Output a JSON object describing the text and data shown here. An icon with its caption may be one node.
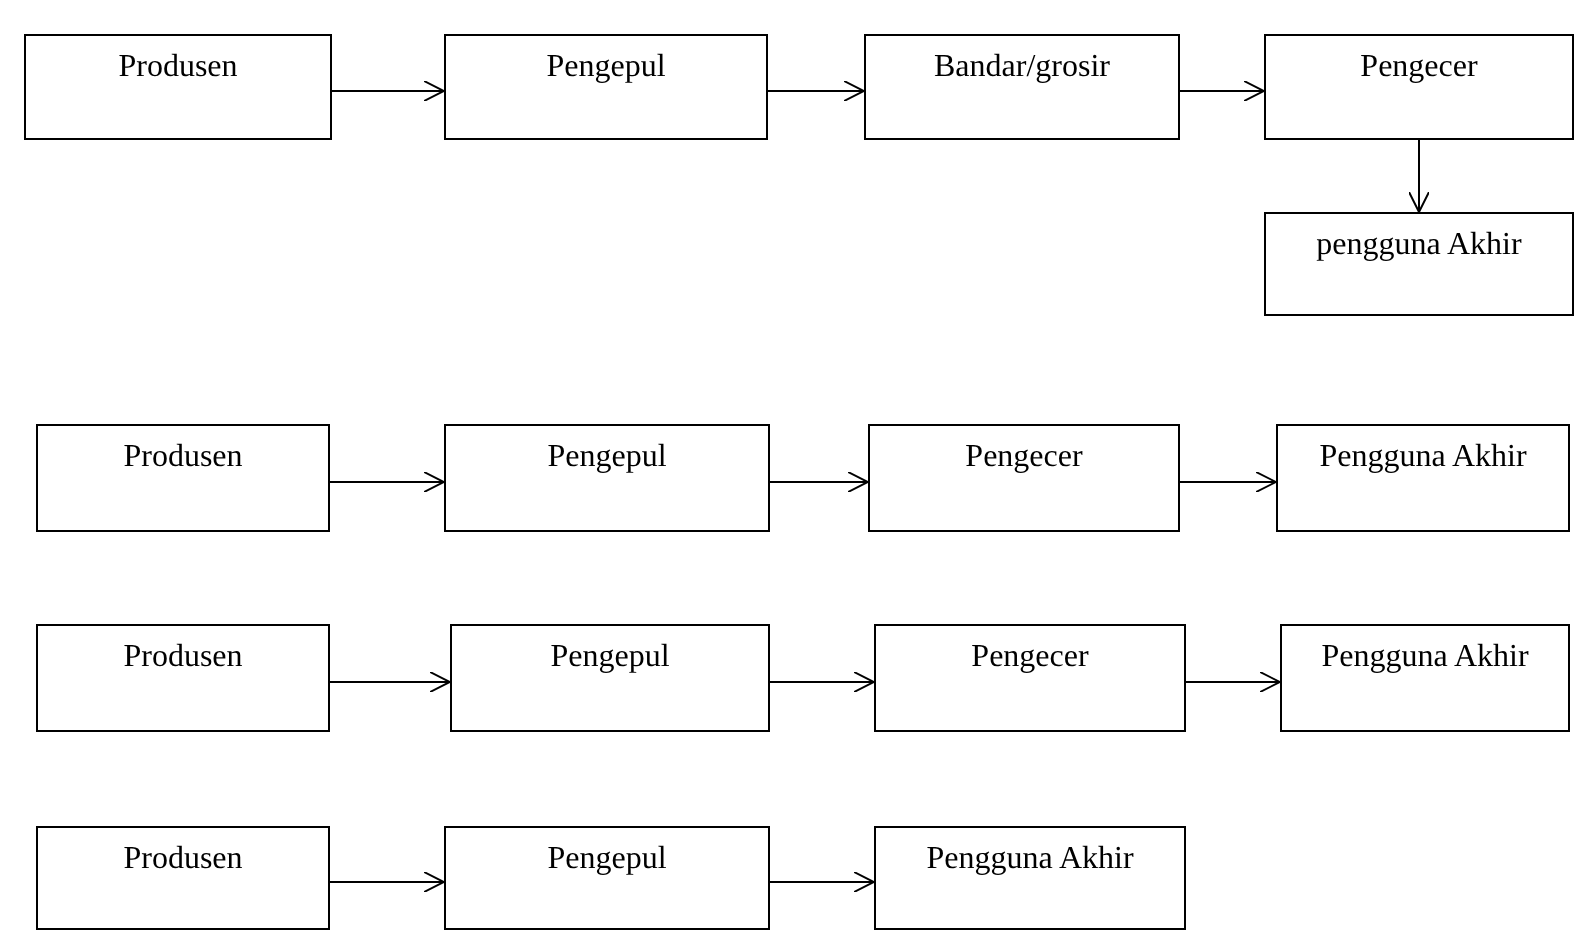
{
  "diagram": {
    "nodes": [
      {
        "text": [
          "Produsen"
        ]
      },
      {
        "text": [
          "Pengepul"
        ]
      },
      {
        "text": [
          "Bandar/grosir"
        ]
      },
      {
        "text": [
          "Pengecer"
        ]
      },
      {
        "text": [
          "pengguna Akhir"
        ]
      },
      {
        "text": [
          "Produsen"
        ]
      },
      {
        "text": [
          "Pengepul"
        ]
      },
      {
        "text": [
          "Pengecer"
        ]
      },
      {
        "text": [
          "Pengguna Akhir"
        ]
      },
      {
        "text": [
          "Produsen"
        ]
      },
      {
        "text": [
          "Pengepul"
        ]
      },
      {
        "text": [
          "Pengecer"
        ]
      },
      {
        "text": [
          "Pengguna Akhir"
        ]
      },
      {
        "text": [
          "Produsen"
        ]
      },
      {
        "text": [
          "Pengepul"
        ]
      },
      {
        "text": [
          "Pengguna Akhir"
        ]
      }
    ],
    "edges": [
      {
        "from": 0,
        "to": 1,
        "arrow": "to"
      },
      {
        "from": 1,
        "to": 2,
        "arrow": "to"
      },
      {
        "from": 2,
        "to": 3,
        "arrow": "to"
      },
      {
        "from": 3,
        "to": 4,
        "arrow": "to"
      },
      {
        "from": 5,
        "to": 6,
        "arrow": "to"
      },
      {
        "from": 6,
        "to": 7,
        "arrow": "to"
      },
      {
        "from": 7,
        "to": 8,
        "arrow": "to"
      },
      {
        "from": 9,
        "to": 10,
        "arrow": "to"
      },
      {
        "from": 10,
        "to": 11,
        "arrow": "to"
      },
      {
        "from": 11,
        "to": 12,
        "arrow": "to"
      },
      {
        "from": 13,
        "to": 14,
        "arrow": "to"
      },
      {
        "from": 14,
        "to": 15,
        "arrow": "to"
      }
    ]
  }
}
